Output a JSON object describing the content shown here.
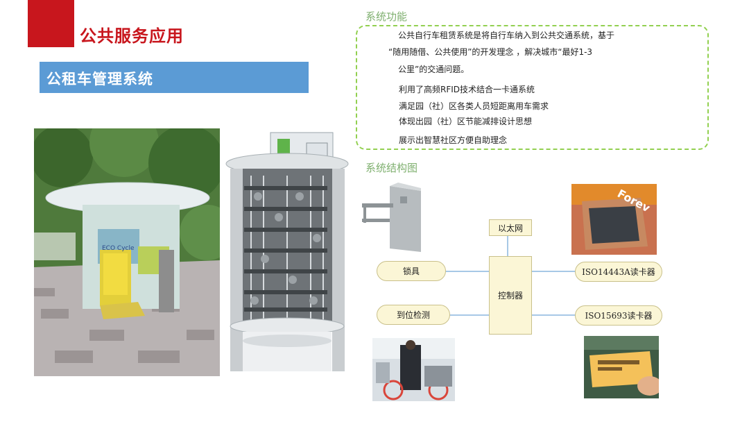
{
  "header": {
    "title": "公共服务应用"
  },
  "subheader": {
    "title": "公租车管理系统"
  },
  "functions": {
    "label": "系统功能",
    "lines": [
      "公共自行车租赁系统是将自行车纳入到公共交通系统，基于",
      "“随用随借、公共使用”的开发理念 ，解决城市“最好1-3",
      "公里”的交通问题。",
      "利用了高频RFID技术结合一卡通系统",
      "满足园（社）区各类人员短距离用车需求",
      "体现出园（社）区节能减排设计思想",
      "展示出智慧社区方便自助理念"
    ]
  },
  "structure": {
    "label": "系统结构图",
    "nodes": {
      "ethernet": "以太网",
      "lock": "锁具",
      "detection": "到位检测",
      "controller": "控制器",
      "reader_a": "ISO14443A读卡器",
      "reader_b": "ISO15693读卡器"
    }
  },
  "photos": {
    "kiosk_sign": "ECO Cycle",
    "card_brand": "Forev"
  },
  "colors": {
    "accent_red": "#c8161d",
    "accent_blue": "#5b9bd5",
    "dashed_green": "#92d050",
    "label_green": "#7fb06f"
  }
}
